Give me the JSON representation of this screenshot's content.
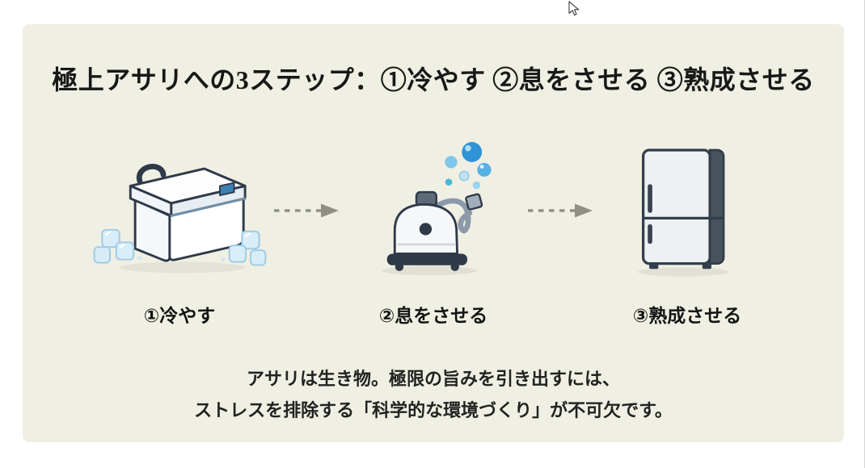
{
  "window": {
    "bg": "#ffffff",
    "edge_line_color": "#d4d4d4"
  },
  "cursor": {
    "icon": "pointer"
  },
  "panel": {
    "bg": "#f0efe3"
  },
  "title": "極上アサリへの3ステップ：①冷やす ②息をさせる ③熟成させる",
  "steps": [
    {
      "label": "①冷やす",
      "icon": "cooler-box-icon"
    },
    {
      "label": "②息をさせる",
      "icon": "air-pump-icon"
    },
    {
      "label": "③熟成させる",
      "icon": "refrigerator-icon"
    }
  ],
  "arrow": {
    "style": "dashed",
    "color": "#8f9083"
  },
  "footer": {
    "line1": "アサリは生き物。極限の旨みを引き出すには、",
    "line2": "ストレスを排除する「科学的な環境づくり」が不可欠です。"
  },
  "colors": {
    "outline": "#2f3a49",
    "ice_blue": "#d9edf9",
    "bubble_dark": "#2f93d6",
    "bubble_light": "#bfe2f5",
    "latch_blue": "#3e7fb1",
    "fridge_side": "#49535f"
  }
}
